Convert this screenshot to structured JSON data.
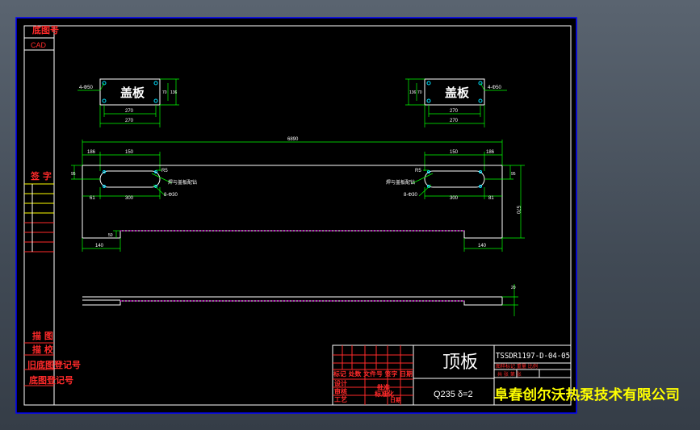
{
  "colors": {
    "frame": "#0000ff",
    "border": "#ffffff",
    "red": "#ff2a2a",
    "yellow": "#ffff00",
    "green": "#00ff00",
    "cyan": "#00e0ff",
    "magenta": "#ff00ff",
    "viewport_top": "#5a6470",
    "viewport_bottom": "#353d47"
  },
  "left_strip": {
    "top_label": "底图号",
    "cad_label": "CAD",
    "sign_label": "签 字",
    "bottom_labels": [
      "描 图",
      "描 校",
      "旧底图登记号",
      "底图登记号"
    ]
  },
  "views": {
    "cover_left": {
      "label": "盖板",
      "hole_note": "4-Φ50",
      "dim_bottom": "270",
      "dim_right_1": "70",
      "dim_right_2": "136"
    },
    "cover_right": {
      "label": "盖板",
      "hole_note": "4-Φ50",
      "dim_bottom": "270",
      "dim_left_1": "136",
      "dim_left_2": "70"
    },
    "top_plate": {
      "overall_dim": "6890",
      "left_dims": [
        "186",
        "150",
        "300",
        "61"
      ],
      "right_dims": [
        "150",
        "186",
        "300",
        "81"
      ],
      "left_side_dim": "95",
      "right_side_dim": "95",
      "left_r_note": "R5",
      "right_r_note": "R5",
      "left_hole_note": "8-Φ30",
      "right_hole_note": "8-Φ30",
      "left_weld_note": "焊与盖板配钻",
      "right_weld_note": "焊与盖板配钻",
      "height_dim": "570",
      "bottom_left_dim": "140",
      "bottom_right_dim": "140",
      "step_dim": "50"
    },
    "side_view": {
      "thickness_dim": "20"
    }
  },
  "title_block": {
    "part_name": "顶板",
    "drawing_no": "TSSDR1197-D-04-05",
    "small_row": "图样标记 重量 比例",
    "material": "Q235 δ=2",
    "company": "阜春创尔沃热泵技术有限公司",
    "red_labels": [
      "标记 处数 文件号 签字 日期",
      "设计",
      "审核",
      "工艺",
      "批准",
      "标准化",
      "日期"
    ],
    "sheet_label": "共 张 第 张"
  }
}
